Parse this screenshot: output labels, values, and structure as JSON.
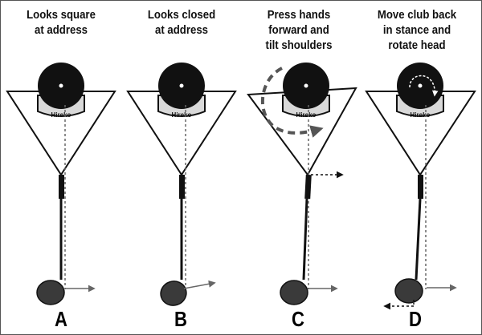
{
  "panels": [
    {
      "caption": "Looks square\nat address",
      "letter": "A",
      "brand": "Hireko"
    },
    {
      "caption": "Looks closed\nat address",
      "letter": "B",
      "brand": "Hireko"
    },
    {
      "caption": "Press hands\nforward and\ntilt shoulders",
      "letter": "C",
      "brand": "Hireko"
    },
    {
      "caption": "Move club back\nin stance and\nrotate head",
      "letter": "D",
      "brand": "Hireko"
    }
  ],
  "colors": {
    "ink": "#111111",
    "arrow_gray": "#666666",
    "head_fill": "#3a3a3a",
    "background": "#ffffff"
  }
}
